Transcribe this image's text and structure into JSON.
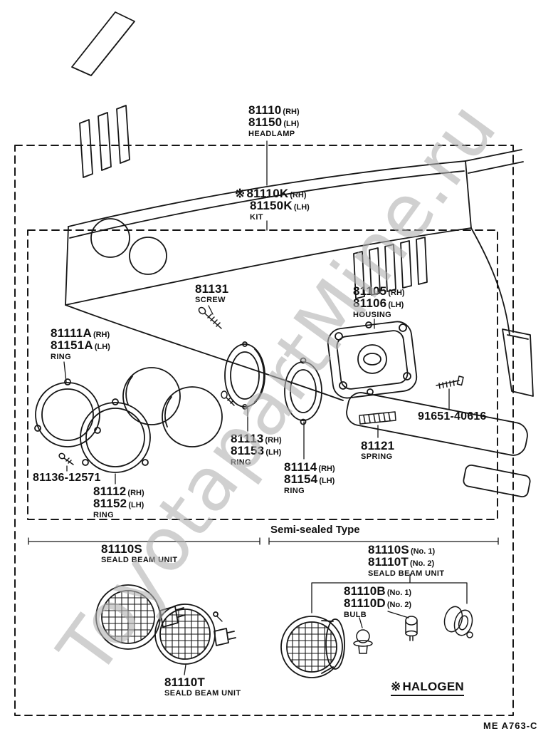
{
  "watermark": "ToyotapartMine.ru",
  "footer_code": "ME  A763-C",
  "labels": {
    "headlamp": {
      "num1": "81110",
      "suf1": "(RH)",
      "num2": "81150",
      "suf2": "(LH)",
      "cap": "HEADLAMP"
    },
    "kit": {
      "prefix": "※",
      "num1": "81110K",
      "suf1": "(RH)",
      "num2": "81150K",
      "suf2": "(LH)",
      "cap": "KIT"
    },
    "screw_81131": {
      "num": "81131",
      "cap": "SCREW"
    },
    "housing": {
      "num1": "81105",
      "suf1": "(RH)",
      "num2": "81106",
      "suf2": "(LH)",
      "cap": "HOUSING"
    },
    "ring_81111a": {
      "num1": "81111A",
      "suf1": "(RH)",
      "num2": "81151A",
      "suf2": "(LH)",
      "cap": "RING"
    },
    "screw_91651": {
      "num": "91651-40616"
    },
    "ring_81113": {
      "num1": "81113",
      "suf1": "(RH)",
      "num2": "81153",
      "suf2": "(LH)",
      "cap": "RING"
    },
    "spring_81121": {
      "num": "81121",
      "cap": "SPRING"
    },
    "screw_81136": {
      "num": "81136-12571"
    },
    "ring_81114": {
      "num1": "81114",
      "suf1": "(RH)",
      "num2": "81154",
      "suf2": "(LH)",
      "cap": "RING"
    },
    "ring_81112": {
      "num1": "81112",
      "suf1": "(RH)",
      "num2": "81152",
      "suf2": "(LH)",
      "cap": "RING"
    },
    "section_semi_sealed": "Semi-sealed Type",
    "sealed_beam_left": {
      "num": "81110S",
      "cap": "SEALD BEAM UNIT"
    },
    "sealed_beam_right": {
      "num1": "81110S",
      "suf1": "(No. 1)",
      "num2": "81110T",
      "suf2": "(No. 2)",
      "cap": "SEALD BEAM UNIT"
    },
    "bulb": {
      "num1": "81110B",
      "suf1": "(No. 1)",
      "num2": "81110D",
      "suf2": "(No. 2)",
      "cap": "BULB"
    },
    "sealed_beam_t": {
      "num": "81110T",
      "cap": "SEALD BEAM UNIT"
    },
    "halogen": {
      "prefix": "※",
      "text": "HALOGEN"
    }
  }
}
